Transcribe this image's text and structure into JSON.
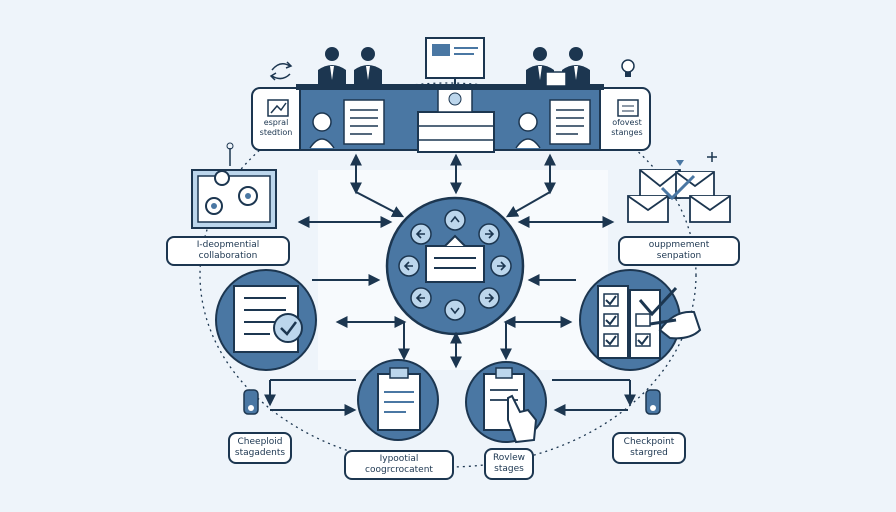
{
  "diagram": {
    "colors": {
      "navy": "#1c3650",
      "steel_blue": "#4a77a3",
      "light_blue": "#bcd6ec",
      "background": "#eef4fa"
    },
    "header": {
      "left_label": [
        "espral",
        "stedtion"
      ],
      "right_label": [
        "ofovest",
        "stanges"
      ]
    },
    "labels": {
      "collaboration": [
        "I-deopmential",
        "collaboration"
      ],
      "supplement": [
        "ouppmement",
        "senpation"
      ],
      "checked": [
        "Cheeploid",
        "stagadents"
      ],
      "coordinate": [
        "Iypootial",
        "coogrcrocatent"
      ],
      "review": [
        "Rovlew",
        "stages"
      ],
      "checkpoint": [
        "Checkpoint",
        "stargred"
      ]
    },
    "icons": [
      "monitor-gear-icon",
      "envelope-icon",
      "checklist-icon",
      "clipboard-icon",
      "hand-pointer-icon",
      "key-tag-icon",
      "lightbulb-icon"
    ]
  }
}
